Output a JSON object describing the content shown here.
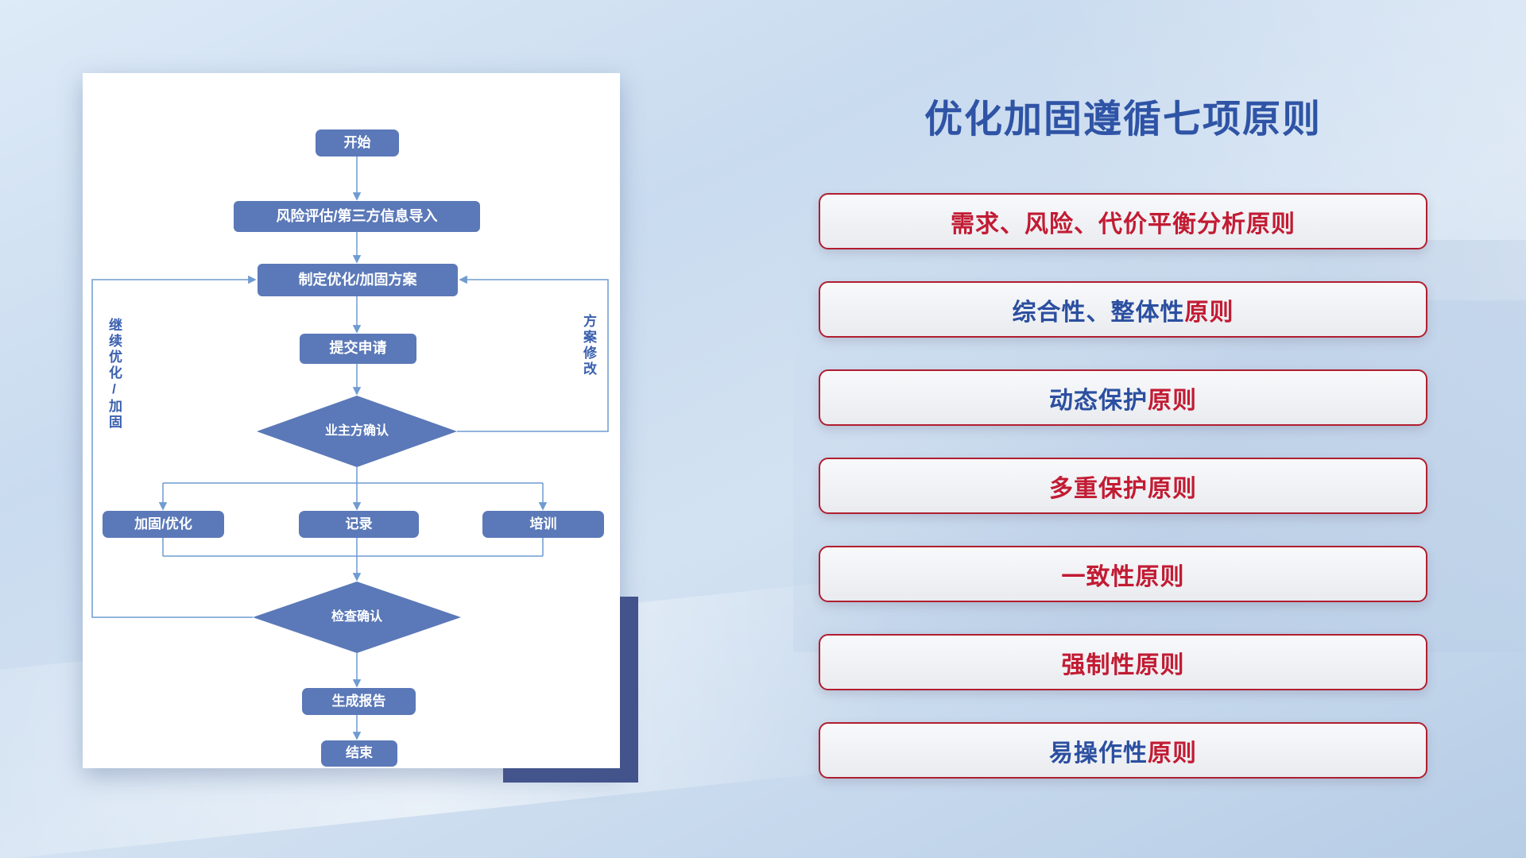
{
  "title": "优化加固遵循七项原则",
  "flowchart": {
    "nodes": {
      "start": "开始",
      "risk_import": "风险评估/第三方信息导入",
      "make_plan": "制定优化/加固方案",
      "submit": "提交申请",
      "owner_confirm": "业主方确认",
      "harden_optimize": "加固/优化",
      "record": "记录",
      "training": "培训",
      "check_confirm": "检查确认",
      "gen_report": "生成报告",
      "end": "结束"
    },
    "loop_labels": {
      "left": "继续优化/加固",
      "right": "方案修改"
    }
  },
  "principles": {
    "items": [
      {
        "blue": "",
        "red": "需求、风险、代价平衡分析原则"
      },
      {
        "blue": "综合性、整体性",
        "red": "原则"
      },
      {
        "blue": "动态保护",
        "red": "原则"
      },
      {
        "blue": "",
        "red": "多重保护原则"
      },
      {
        "blue": "",
        "red": "一致性原则"
      },
      {
        "blue": "",
        "red": "强制性原则"
      },
      {
        "blue": "易操作性",
        "red": "原则"
      }
    ]
  },
  "colors": {
    "title_blue": "#2f54a6",
    "node_blue": "#5b79b8",
    "line_blue": "#6f9bd1",
    "principle_red": "#c21b33",
    "principle_blue": "#2b4fa0",
    "pill_border": "#b01e30",
    "card_accent": "#44538c"
  }
}
